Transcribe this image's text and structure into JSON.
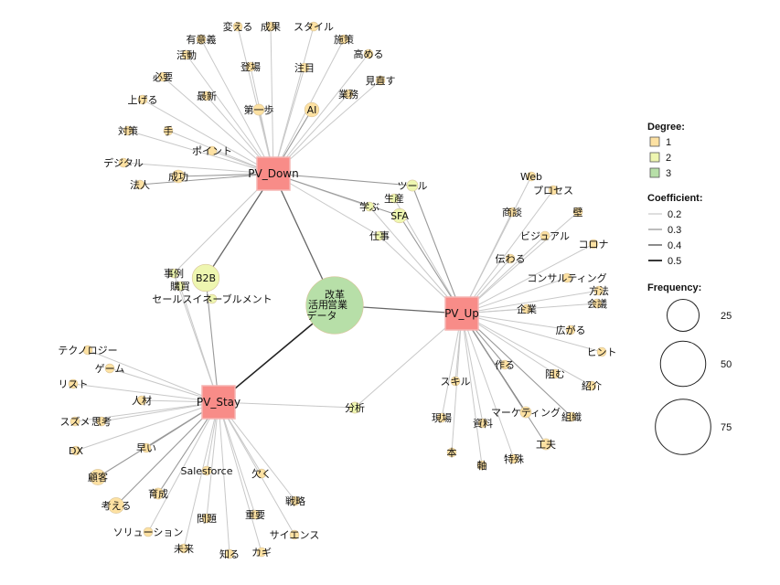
{
  "network": {
    "hubs": [
      "PV_Down",
      "PV_Stay",
      "PV_Up"
    ],
    "nodes": [
      {
        "id": "PV_Down",
        "type": "hub"
      },
      {
        "id": "PV_Stay",
        "type": "hub"
      },
      {
        "id": "PV_Up",
        "type": "hub"
      },
      {
        "id": "改革\n営業\n活用\nデータ",
        "degree": 3,
        "freq": 80
      },
      {
        "id": "B2B",
        "degree": 2,
        "freq": 18
      },
      {
        "id": "事例",
        "degree": 2,
        "freq": 2
      },
      {
        "id": "購買",
        "degree": 2,
        "freq": 2
      },
      {
        "id": "セールスイネーブルメント",
        "degree": 2,
        "freq": 2
      },
      {
        "id": "ツール",
        "degree": 2,
        "freq": 3
      },
      {
        "id": "生産",
        "degree": 2,
        "freq": 2
      },
      {
        "id": "学ぶ",
        "degree": 2,
        "freq": 2
      },
      {
        "id": "SFA",
        "degree": 2,
        "freq": 5
      },
      {
        "id": "仕事",
        "degree": 2,
        "freq": 2
      },
      {
        "id": "分析",
        "degree": 2,
        "freq": 3
      },
      {
        "id": "変える",
        "degree": 1,
        "freq": 2
      },
      {
        "id": "成果",
        "degree": 1,
        "freq": 2
      },
      {
        "id": "スタイル",
        "degree": 1,
        "freq": 2
      },
      {
        "id": "有意義",
        "degree": 1,
        "freq": 2
      },
      {
        "id": "施策",
        "degree": 1,
        "freq": 2
      },
      {
        "id": "活動",
        "degree": 1,
        "freq": 2
      },
      {
        "id": "高める",
        "degree": 1,
        "freq": 2
      },
      {
        "id": "登場",
        "degree": 1,
        "freq": 2
      },
      {
        "id": "注目",
        "degree": 1,
        "freq": 2
      },
      {
        "id": "必要",
        "degree": 1,
        "freq": 2
      },
      {
        "id": "見直す",
        "degree": 1,
        "freq": 2
      },
      {
        "id": "業務",
        "degree": 1,
        "freq": 2
      },
      {
        "id": "上げる",
        "degree": 1,
        "freq": 2
      },
      {
        "id": "最新",
        "degree": 1,
        "freq": 2
      },
      {
        "id": "AI",
        "degree": 1,
        "freq": 5
      },
      {
        "id": "第一歩",
        "degree": 1,
        "freq": 3
      },
      {
        "id": "対策",
        "degree": 1,
        "freq": 2
      },
      {
        "id": "手",
        "degree": 1,
        "freq": 2
      },
      {
        "id": "ポイント",
        "degree": 1,
        "freq": 2
      },
      {
        "id": "デジタル",
        "degree": 1,
        "freq": 2
      },
      {
        "id": "成功",
        "degree": 1,
        "freq": 4
      },
      {
        "id": "法人",
        "degree": 1,
        "freq": 2
      },
      {
        "id": "Web",
        "degree": 1,
        "freq": 2
      },
      {
        "id": "プロセス",
        "degree": 1,
        "freq": 2
      },
      {
        "id": "商談",
        "degree": 1,
        "freq": 2
      },
      {
        "id": "壁",
        "degree": 1,
        "freq": 2
      },
      {
        "id": "ビジュアル",
        "degree": 1,
        "freq": 2
      },
      {
        "id": "コロナ",
        "degree": 1,
        "freq": 2
      },
      {
        "id": "伝わる",
        "degree": 1,
        "freq": 2
      },
      {
        "id": "コンサルティング",
        "degree": 1,
        "freq": 2
      },
      {
        "id": "方法",
        "degree": 1,
        "freq": 2
      },
      {
        "id": "会議",
        "degree": 1,
        "freq": 2
      },
      {
        "id": "企業",
        "degree": 1,
        "freq": 2
      },
      {
        "id": "広がる",
        "degree": 1,
        "freq": 2
      },
      {
        "id": "ヒント",
        "degree": 1,
        "freq": 2
      },
      {
        "id": "作る",
        "degree": 1,
        "freq": 2
      },
      {
        "id": "阻む",
        "degree": 1,
        "freq": 2
      },
      {
        "id": "紹介",
        "degree": 1,
        "freq": 2
      },
      {
        "id": "スキル",
        "degree": 1,
        "freq": 2
      },
      {
        "id": "マーケティング",
        "degree": 1,
        "freq": 3
      },
      {
        "id": "組織",
        "degree": 1,
        "freq": 2
      },
      {
        "id": "現場",
        "degree": 1,
        "freq": 2
      },
      {
        "id": "資料",
        "degree": 1,
        "freq": 2
      },
      {
        "id": "工夫",
        "degree": 1,
        "freq": 3
      },
      {
        "id": "本",
        "degree": 1,
        "freq": 2
      },
      {
        "id": "軸",
        "degree": 1,
        "freq": 2
      },
      {
        "id": "特殊",
        "degree": 1,
        "freq": 2
      },
      {
        "id": "テクノロジー",
        "degree": 1,
        "freq": 2
      },
      {
        "id": "ゲーム",
        "degree": 1,
        "freq": 2
      },
      {
        "id": "リスト",
        "degree": 1,
        "freq": 2
      },
      {
        "id": "人材",
        "degree": 1,
        "freq": 2
      },
      {
        "id": "スズメ",
        "degree": 1,
        "freq": 2
      },
      {
        "id": "思考",
        "degree": 1,
        "freq": 2
      },
      {
        "id": "DX",
        "degree": 1,
        "freq": 2
      },
      {
        "id": "早い",
        "degree": 1,
        "freq": 2
      },
      {
        "id": "顧客",
        "degree": 1,
        "freq": 6
      },
      {
        "id": "Salesforce",
        "degree": 1,
        "freq": 2
      },
      {
        "id": "欠く",
        "degree": 1,
        "freq": 2
      },
      {
        "id": "育成",
        "degree": 1,
        "freq": 3
      },
      {
        "id": "考える",
        "degree": 1,
        "freq": 6
      },
      {
        "id": "戦略",
        "degree": 1,
        "freq": 2
      },
      {
        "id": "ソリューション",
        "degree": 1,
        "freq": 2
      },
      {
        "id": "問題",
        "degree": 1,
        "freq": 2
      },
      {
        "id": "重要",
        "degree": 1,
        "freq": 2
      },
      {
        "id": "サイエンス",
        "degree": 1,
        "freq": 2
      },
      {
        "id": "未来",
        "degree": 1,
        "freq": 2
      },
      {
        "id": "知る",
        "degree": 1,
        "freq": 2
      },
      {
        "id": "カギ",
        "degree": 1,
        "freq": 2
      }
    ],
    "edges": [
      {
        "s": "PV_Down",
        "t": "変える",
        "w": 0.2
      },
      {
        "s": "PV_Down",
        "t": "成果",
        "w": 0.2
      },
      {
        "s": "PV_Down",
        "t": "スタイル",
        "w": 0.2
      },
      {
        "s": "PV_Down",
        "t": "有意義",
        "w": 0.2
      },
      {
        "s": "PV_Down",
        "t": "施策",
        "w": 0.2
      },
      {
        "s": "PV_Down",
        "t": "活動",
        "w": 0.2
      },
      {
        "s": "PV_Down",
        "t": "高める",
        "w": 0.2
      },
      {
        "s": "PV_Down",
        "t": "登場",
        "w": 0.2
      },
      {
        "s": "PV_Down",
        "t": "注目",
        "w": 0.2
      },
      {
        "s": "PV_Down",
        "t": "必要",
        "w": 0.2
      },
      {
        "s": "PV_Down",
        "t": "見直す",
        "w": 0.2
      },
      {
        "s": "PV_Down",
        "t": "業務",
        "w": 0.2
      },
      {
        "s": "PV_Down",
        "t": "上げる",
        "w": 0.2
      },
      {
        "s": "PV_Down",
        "t": "最新",
        "w": 0.2
      },
      {
        "s": "PV_Down",
        "t": "AI",
        "w": 0.3
      },
      {
        "s": "PV_Down",
        "t": "第一歩",
        "w": 0.2
      },
      {
        "s": "PV_Down",
        "t": "対策",
        "w": 0.2
      },
      {
        "s": "PV_Down",
        "t": "手",
        "w": 0.2
      },
      {
        "s": "PV_Down",
        "t": "ポイント",
        "w": 0.2
      },
      {
        "s": "PV_Down",
        "t": "デジタル",
        "w": 0.2
      },
      {
        "s": "PV_Down",
        "t": "成功",
        "w": 0.3
      },
      {
        "s": "PV_Down",
        "t": "法人",
        "w": 0.3
      },
      {
        "s": "PV_Down",
        "t": "ツール",
        "w": 0.3
      },
      {
        "s": "PV_Down",
        "t": "学ぶ",
        "w": 0.2
      },
      {
        "s": "PV_Down",
        "t": "SFA",
        "w": 0.3
      },
      {
        "s": "PV_Down",
        "t": "仕事",
        "w": 0.2
      },
      {
        "s": "PV_Down",
        "t": "B2B",
        "w": 0.4
      },
      {
        "s": "PV_Down",
        "t": "事例",
        "w": 0.2
      },
      {
        "s": "PV_Down",
        "t": "改革\n営業\n活用\nデータ",
        "w": 0.4
      },
      {
        "s": "PV_Stay",
        "t": "B2B",
        "w": 0.3
      },
      {
        "s": "PV_Stay",
        "t": "事例",
        "w": 0.2
      },
      {
        "s": "PV_Stay",
        "t": "購買",
        "w": 0.2
      },
      {
        "s": "PV_Stay",
        "t": "改革\n営業\n活用\nデータ",
        "w": 0.5
      },
      {
        "s": "PV_Stay",
        "t": "分析",
        "w": 0.2
      },
      {
        "s": "PV_Stay",
        "t": "テクノロジー",
        "w": 0.2
      },
      {
        "s": "PV_Stay",
        "t": "ゲーム",
        "w": 0.2
      },
      {
        "s": "PV_Stay",
        "t": "リスト",
        "w": 0.2
      },
      {
        "s": "PV_Stay",
        "t": "人材",
        "w": 0.2
      },
      {
        "s": "PV_Stay",
        "t": "スズメ",
        "w": 0.2
      },
      {
        "s": "PV_Stay",
        "t": "思考",
        "w": 0.2
      },
      {
        "s": "PV_Stay",
        "t": "DX",
        "w": 0.2
      },
      {
        "s": "PV_Stay",
        "t": "早い",
        "w": 0.3
      },
      {
        "s": "PV_Stay",
        "t": "顧客",
        "w": 0.3
      },
      {
        "s": "PV_Stay",
        "t": "Salesforce",
        "w": 0.2
      },
      {
        "s": "PV_Stay",
        "t": "欠く",
        "w": 0.2
      },
      {
        "s": "PV_Stay",
        "t": "育成",
        "w": 0.3
      },
      {
        "s": "PV_Stay",
        "t": "考える",
        "w": 0.3
      },
      {
        "s": "PV_Stay",
        "t": "戦略",
        "w": 0.2
      },
      {
        "s": "PV_Stay",
        "t": "ソリューション",
        "w": 0.2
      },
      {
        "s": "PV_Stay",
        "t": "問題",
        "w": 0.2
      },
      {
        "s": "PV_Stay",
        "t": "重要",
        "w": 0.2
      },
      {
        "s": "PV_Stay",
        "t": "サイエンス",
        "w": 0.2
      },
      {
        "s": "PV_Stay",
        "t": "未来",
        "w": 0.2
      },
      {
        "s": "PV_Stay",
        "t": "知る",
        "w": 0.2
      },
      {
        "s": "PV_Stay",
        "t": "カギ",
        "w": 0.2
      },
      {
        "s": "PV_Up",
        "t": "改革\n営業\n活用\nデータ",
        "w": 0.4
      },
      {
        "s": "PV_Up",
        "t": "ツール",
        "w": 0.3
      },
      {
        "s": "PV_Up",
        "t": "生産",
        "w": 0.2
      },
      {
        "s": "PV_Up",
        "t": "学ぶ",
        "w": 0.2
      },
      {
        "s": "PV_Up",
        "t": "SFA",
        "w": 0.3
      },
      {
        "s": "PV_Up",
        "t": "仕事",
        "w": 0.2
      },
      {
        "s": "PV_Up",
        "t": "分析",
        "w": 0.2
      },
      {
        "s": "PV_Up",
        "t": "Web",
        "w": 0.2
      },
      {
        "s": "PV_Up",
        "t": "プロセス",
        "w": 0.2
      },
      {
        "s": "PV_Up",
        "t": "商談",
        "w": 0.2
      },
      {
        "s": "PV_Up",
        "t": "壁",
        "w": 0.2
      },
      {
        "s": "PV_Up",
        "t": "ビジュアル",
        "w": 0.2
      },
      {
        "s": "PV_Up",
        "t": "コロナ",
        "w": 0.2
      },
      {
        "s": "PV_Up",
        "t": "伝わる",
        "w": 0.2
      },
      {
        "s": "PV_Up",
        "t": "コンサルティング",
        "w": 0.2
      },
      {
        "s": "PV_Up",
        "t": "方法",
        "w": 0.2
      },
      {
        "s": "PV_Up",
        "t": "会議",
        "w": 0.2
      },
      {
        "s": "PV_Up",
        "t": "企業",
        "w": 0.2
      },
      {
        "s": "PV_Up",
        "t": "広がる",
        "w": 0.2
      },
      {
        "s": "PV_Up",
        "t": "ヒント",
        "w": 0.2
      },
      {
        "s": "PV_Up",
        "t": "作る",
        "w": 0.3
      },
      {
        "s": "PV_Up",
        "t": "阻む",
        "w": 0.2
      },
      {
        "s": "PV_Up",
        "t": "紹介",
        "w": 0.2
      },
      {
        "s": "PV_Up",
        "t": "スキル",
        "w": 0.2
      },
      {
        "s": "PV_Up",
        "t": "マーケティング",
        "w": 0.4
      },
      {
        "s": "PV_Up",
        "t": "組織",
        "w": 0.3
      },
      {
        "s": "PV_Up",
        "t": "現場",
        "w": 0.2
      },
      {
        "s": "PV_Up",
        "t": "資料",
        "w": 0.2
      },
      {
        "s": "PV_Up",
        "t": "工夫",
        "w": 0.3
      },
      {
        "s": "PV_Up",
        "t": "本",
        "w": 0.2
      },
      {
        "s": "PV_Up",
        "t": "軸",
        "w": 0.2
      },
      {
        "s": "PV_Up",
        "t": "特殊",
        "w": 0.2
      }
    ]
  },
  "legend": {
    "degree_title": "Degree:",
    "degree_items": [
      {
        "label": "1",
        "color": "#fde1a2"
      },
      {
        "label": "2",
        "color": "#eef6b0"
      },
      {
        "label": "3",
        "color": "#b7dfa8"
      }
    ],
    "coef_title": "Coefficient:",
    "coef_items": [
      "0.2",
      "0.3",
      "0.4",
      "0.5"
    ],
    "freq_title": "Frequency:",
    "freq_items": [
      "25",
      "50",
      "75"
    ]
  },
  "colors": {
    "hub_fill": "#f88c88",
    "hub_stroke": "#f5b5b3",
    "degree1": "#fde1a2",
    "degree2": "#eef6b0",
    "degree3": "#b7dfa8"
  }
}
